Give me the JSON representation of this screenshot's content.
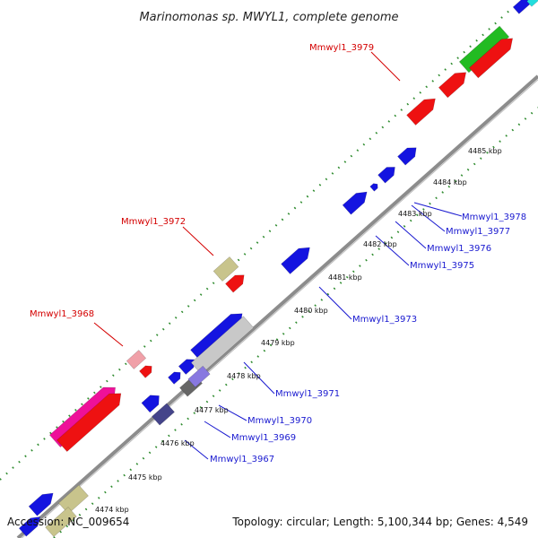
{
  "title": "Marinomonas sp. MWYL1, complete genome",
  "footer": {
    "accession": "Accession: NC_009654",
    "summary": "Topology: circular; Length: 5,100,344 bp; Genes: 4,549"
  },
  "colors": {
    "backbone": "#8c8c8c",
    "forward_label": "#d40000",
    "reverse_label": "#1a1ad0",
    "tick": "#2e8b2e",
    "red": "#ee1111",
    "blue": "#1414e0",
    "green": "#22bb22",
    "magenta": "#ee1199",
    "khaki": "#c8c48c",
    "pink": "#f0a0a8",
    "grey": "#c8c8c8",
    "darkgrey": "#666666",
    "navy": "#44448a",
    "lavender": "#8878e0",
    "cyan": "#22dddd"
  },
  "kbp_ticks": [
    "4474 kbp",
    "4475 kbp",
    "4476 kbp",
    "4477 kbp",
    "4478 kbp",
    "4479 kbp",
    "4480 kbp",
    "4481 kbp",
    "4482 kbp",
    "4483 kbp",
    "4484 kbp",
    "4485 kbp"
  ],
  "forward_labels": [
    "Mmwyl1_3968",
    "Mmwyl1_3972",
    "Mmwyl1_3979"
  ],
  "reverse_labels": [
    "Mmwyl1_3967",
    "Mmwyl1_3969",
    "Mmwyl1_3970",
    "Mmwyl1_3971",
    "Mmwyl1_3973",
    "Mmwyl1_3975",
    "Mmwyl1_3976",
    "Mmwyl1_3977",
    "Mmwyl1_3978"
  ]
}
